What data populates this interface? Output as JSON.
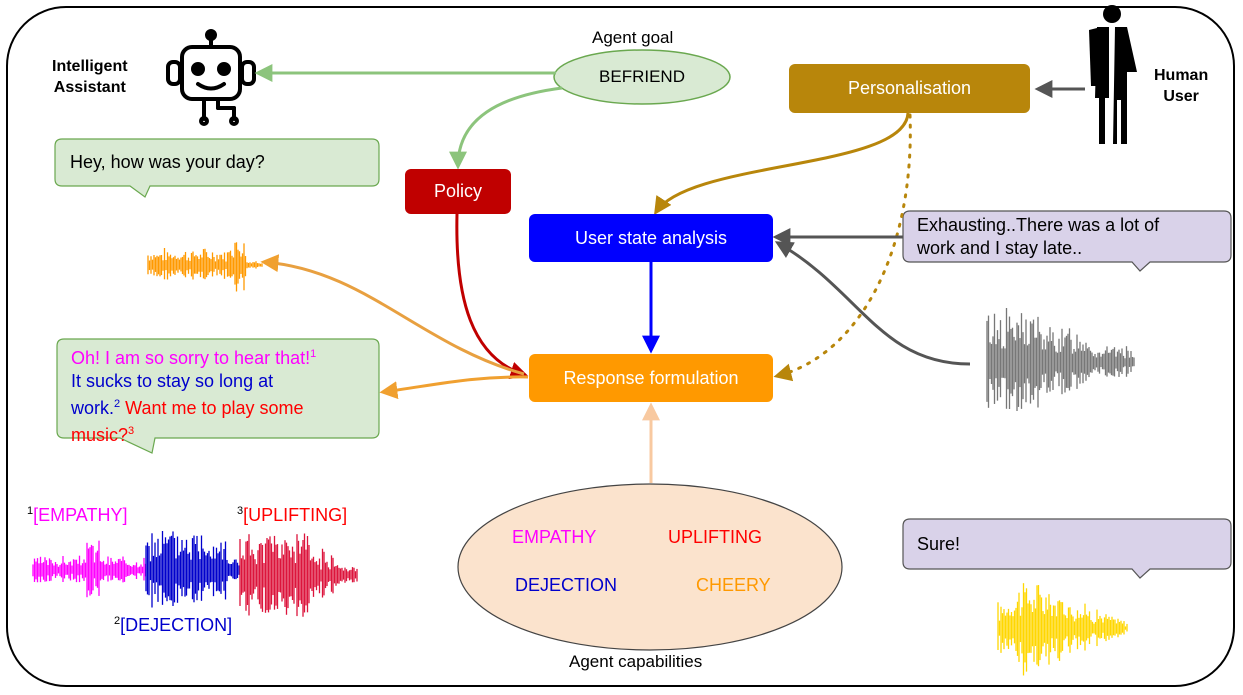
{
  "assistant": {
    "line1": "Intelligent",
    "line2": "Assistant"
  },
  "human": {
    "line1": "Human",
    "line2": "User"
  },
  "agent_goal": {
    "label": "Agent goal",
    "value": "BEFRIEND"
  },
  "boxes": {
    "policy": "Policy",
    "personalisation": "Personalisation",
    "user_state": "User state analysis",
    "response": "Response formulation"
  },
  "bubbles": {
    "assistant_greeting": "Hey, how was your day?",
    "user_reply_line1": "Exhausting..There was a lot of",
    "user_reply_line2": "work and I stay late..",
    "response_part1": "Oh! I am so sorry to hear that!",
    "response_part1_sup": "1",
    "response_part2a": "It sucks to stay so long at",
    "response_part2b": "work.",
    "response_part2_sup": "2",
    "response_part3a": " Want me to play some",
    "response_part3b": "music?",
    "response_part3_sup": "3",
    "user_sure": "Sure!"
  },
  "capabilities": {
    "label": "Agent capabilities",
    "empathy": "EMPATHY",
    "uplifting": "UPLIFTING",
    "dejection": "DEJECTION",
    "cheery": "CHEERY"
  },
  "waveform_tags": {
    "empathy_num": "1",
    "empathy": "[EMPATHY]",
    "uplifting_num": "3",
    "uplifting": "[UPLIFTING]",
    "dejection_num": "2",
    "dejection": "[DEJECTION]"
  },
  "colors": {
    "goal_green": "#8cc47c",
    "policy_red": "#c00000",
    "personalisation_gold": "#b8860b",
    "user_state_blue": "#0000ff",
    "response_orange": "#ff9900",
    "bubble_green_fill": "#d9ead3",
    "bubble_purple_fill": "#d9d2e9",
    "capabilities_fill": "#fbe3cd",
    "empathy_magenta": "#ff00ff",
    "uplifting_red": "#ff0000",
    "dejection_blue": "#0000cc",
    "cheery_orange": "#ff9900",
    "wave_gray": "#777777",
    "wave_yellow": "#ffd700"
  }
}
